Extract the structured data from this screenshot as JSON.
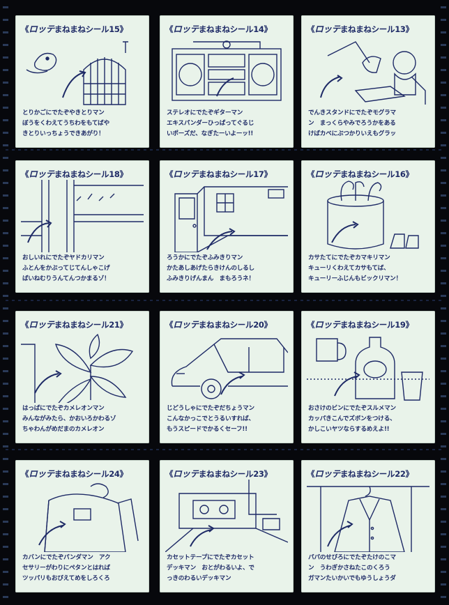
{
  "header_parts": {
    "open": "《",
    "brand": "ロッテ",
    "series": "まねまねシール",
    "close": "》"
  },
  "cards": [
    {
      "number": "15",
      "lines": [
        "とりかごにでたぞやきとりマン",
        "ぼうをくわえてうちわをもてばや",
        "きとりいっちょうできあがり！"
      ]
    },
    {
      "number": "14",
      "lines": [
        "ステレオにでたぞギターマン",
        "エキスパンダーひっぱってぐるじ",
        "いポーズだ、なぎたーいよーッ!!"
      ]
    },
    {
      "number": "13",
      "lines": [
        "でんきスタンドにでたぞモグラマ",
        "ン　まっくらやみでろうかをある",
        "けばカベにぶつかりいえもグラッ"
      ]
    },
    {
      "number": "18",
      "lines": [
        "おしいれにでたぞヤドカリマン",
        "ふとんをかぶってじてんしゃこげ",
        "ばいねむりうんてんつかまるゾ！"
      ]
    },
    {
      "number": "17",
      "lines": [
        "ろうかにでたぞふみきりマン",
        "かたあしあげたらきけんのしるし",
        "ふみきりげんまん　まもろうネ！"
      ]
    },
    {
      "number": "16",
      "lines": [
        "カサたてにでたぞカマキリマン",
        "キューリくわえてカサもてば、",
        "キューリーふじんもビックリマン！"
      ]
    },
    {
      "number": "21",
      "lines": [
        "はっぱにでたぞカメレオンマン",
        "みんながみたら、かおいろかわるゾ",
        "ちゃわんがめだまのカメレオン"
      ]
    },
    {
      "number": "20",
      "lines": [
        "じどうしゃにでたぞだちょうマン",
        "こんなかっこでとうるいすれば、",
        "もうスピードでかるくセーフ!!"
      ]
    },
    {
      "number": "19",
      "lines": [
        "おさけのビンにでたぞスルメマン",
        "カッパきこんでズボンをつける、",
        "かしこいヤツならするめえよ!!"
      ]
    },
    {
      "number": "24",
      "lines": [
        "カバンにでたぞパンダマン　アク",
        "セサリーがわりにペタンとはれば",
        "ツッパリもおびえてめをしろくろ"
      ]
    },
    {
      "number": "23",
      "lines": [
        "カセットテープにでたぞカセット",
        "デッキマン　おとがわるいよ、で",
        "っきのわるいデッキマン"
      ]
    },
    {
      "number": "22",
      "lines": [
        "パパのせびろにでたぞたけのこマ",
        "ン　うわぎかさねたこのくろう",
        "ガマンたいかいでもゆうしょうダ"
      ]
    }
  ],
  "colors": {
    "card_bg": "#e9f3ea",
    "ink": "#1e2a66",
    "backing": "#07080c"
  }
}
